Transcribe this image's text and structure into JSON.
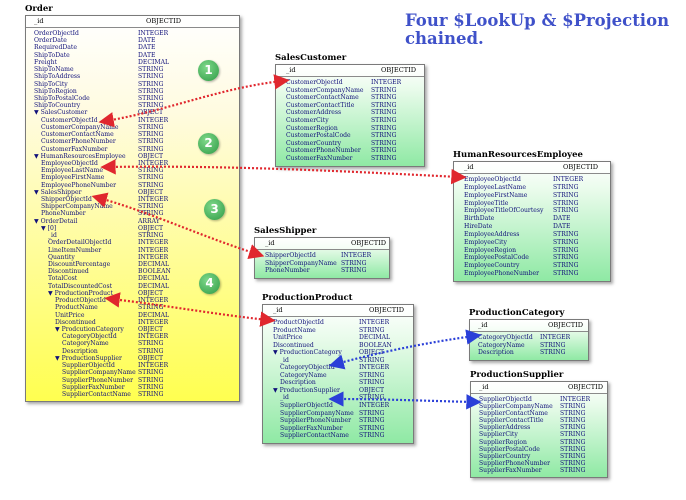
{
  "title": [
    "Four $LookUp & $Projection",
    "chained."
  ],
  "steps": [
    "1",
    "2",
    "3",
    "4"
  ],
  "colors": {
    "red_link": "#e0272e",
    "blue_link": "#2a3fd8",
    "badge": "#3fae55"
  },
  "collections": {
    "order": {
      "name": "Order",
      "header": [
        "_id",
        "OBJECTID"
      ],
      "fields": [
        [
          "OrderObjectId",
          "INTEGER"
        ],
        [
          "OrderDate",
          "DATE"
        ],
        [
          "RequiredDate",
          "DATE"
        ],
        [
          "ShipToDate",
          "DATE"
        ],
        [
          "Freight",
          "DECIMAL"
        ],
        [
          "ShipToName",
          "STRING"
        ],
        [
          "ShipToAddress",
          "STRING"
        ],
        [
          "ShipToCity",
          "STRING"
        ],
        [
          "ShipToRegion",
          "STRING"
        ],
        [
          "ShipToPostalCode",
          "STRING"
        ],
        [
          "ShipToCountry",
          "STRING"
        ],
        [
          "▼ SalesCustomer",
          "OBJECT"
        ],
        [
          "CustomerObjectId",
          "INTEGER"
        ],
        [
          "CustomerCompanyName",
          "STRING"
        ],
        [
          "CustomerContactName",
          "STRING"
        ],
        [
          "CustomerPhoneNumber",
          "STRING"
        ],
        [
          "CustomerFaxNumber",
          "STRING"
        ],
        [
          "▼ HumanResourcesEmployee",
          "OBJECT"
        ],
        [
          "EmployeeObjectId",
          "INTEGER"
        ],
        [
          "EmployeeLastName",
          "STRING"
        ],
        [
          "EmployeeFirstName",
          "STRING"
        ],
        [
          "EmployeePhoneNumber",
          "STRING"
        ],
        [
          "▼ SalesShipper",
          "OBJECT"
        ],
        [
          "ShipperObjectId",
          "INTEGER"
        ],
        [
          "ShipperCompanyName",
          "STRING"
        ],
        [
          "PhoneNumber",
          "STRING"
        ],
        [
          "▼ OrderDetail",
          "ARRAY"
        ],
        [
          "▼ [0]",
          "OBJECT"
        ],
        [
          "_id",
          "STRING"
        ],
        [
          "OrderDetailObjectId",
          "INTEGER"
        ],
        [
          "LineItemNumber",
          "INTEGER"
        ],
        [
          "Quantity",
          "INTEGER"
        ],
        [
          "DiscountPercentage",
          "DECIMAL"
        ],
        [
          "Discontinued",
          "BOOLEAN"
        ],
        [
          "TotalCost",
          "DECIMAL"
        ],
        [
          "TotalDiscountedCost",
          "DECIMAL"
        ],
        [
          "▼ ProductionProduct",
          "OBJECT"
        ],
        [
          "ProductObjectId",
          "INTEGER"
        ],
        [
          "ProductName",
          "STRING"
        ],
        [
          "UnitPrice",
          "DECIMAL"
        ],
        [
          "Discontinued",
          "INTEGER"
        ],
        [
          "▼ ProdcutionCategory",
          "OBJECT"
        ],
        [
          "CategoryObjectId",
          "INTEGER"
        ],
        [
          "CategoryName",
          "STRING"
        ],
        [
          "Description",
          "STRING"
        ],
        [
          "▼ ProductionSupplier",
          "OBJECT"
        ],
        [
          "SupplierObjectId",
          "INTEGER"
        ],
        [
          "SupplierCompanyName",
          "STRING"
        ],
        [
          "SupplierPhoneNumber",
          "STRING"
        ],
        [
          "SupplierFaxNumber",
          "STRING"
        ],
        [
          "SupplierContactName",
          "STRING"
        ]
      ]
    },
    "sales_customer": {
      "name": "SalesCustomer",
      "header": [
        "_id",
        "OBJECTID"
      ],
      "fields": [
        [
          "CustomerObjectId",
          "INTEGER"
        ],
        [
          "CustomerCompanyName",
          "STRING"
        ],
        [
          "CustomerContactName",
          "STRING"
        ],
        [
          "CustomerContactTitle",
          "STRING"
        ],
        [
          "CustomerAddress",
          "STRING"
        ],
        [
          "CustomerCity",
          "STRING"
        ],
        [
          "CustomerRegion",
          "STRING"
        ],
        [
          "CustomerPostalCode",
          "STRING"
        ],
        [
          "CustomerCountry",
          "STRING"
        ],
        [
          "CustomerPhoneNumber",
          "STRING"
        ],
        [
          "CustomerFaxNumber",
          "STRING"
        ]
      ]
    },
    "hr_employee": {
      "name": "HumanResourcesEmployee",
      "header": [
        "_id",
        "OBJECTID"
      ],
      "fields": [
        [
          "EmployeeObjectId",
          "INTEGER"
        ],
        [
          "EmployeeLastName",
          "STRING"
        ],
        [
          "EmployeeFirstName",
          "STRING"
        ],
        [
          "EmployeeTitle",
          "STRING"
        ],
        [
          "EmployeeTitleOfCourtesy",
          "STRING"
        ],
        [
          "BirthDate",
          "DATE"
        ],
        [
          "HireDate",
          "DATE"
        ],
        [
          "EmployeeAddress",
          "STRING"
        ],
        [
          "EmployeeCity",
          "STRING"
        ],
        [
          "EmployeeRegion",
          "STRING"
        ],
        [
          "EmployeePostalCode",
          "STRING"
        ],
        [
          "EmployeeCountry",
          "STRING"
        ],
        [
          "EmployeePhoneNumber",
          "STRING"
        ]
      ]
    },
    "sales_shipper": {
      "name": "SalesShipper",
      "header": [
        "_id",
        "OBJECTID"
      ],
      "fields": [
        [
          "ShipperObjectId",
          "INTEGER"
        ],
        [
          "ShipperCompanyName",
          "STRING"
        ],
        [
          "PhoneNumber",
          "STRING"
        ]
      ]
    },
    "production_product": {
      "name": "ProductionProduct",
      "header": [
        "_id",
        "OBJECTID"
      ],
      "fields": [
        [
          "ProductObjectId",
          "INTEGER"
        ],
        [
          "ProductName",
          "STRING"
        ],
        [
          "UnitPrice",
          "DECIMAL"
        ],
        [
          "Discontinued",
          "BOOLEAN"
        ],
        [
          "▼ ProductionCategory",
          "OBJECT"
        ],
        [
          "_id",
          "STRING"
        ],
        [
          "CategoryObjectId",
          "INTEGER"
        ],
        [
          "CategoryName",
          "STRING"
        ],
        [
          "Description",
          "STRING"
        ],
        [
          "▼ ProductionSupplier",
          "OBJECT"
        ],
        [
          "_id",
          "STRING"
        ],
        [
          "SupplierObjectId",
          "INTEGER"
        ],
        [
          "SupplierCompanyName",
          "STRING"
        ],
        [
          "SupplierPhoneNumber",
          "STRING"
        ],
        [
          "SupplierFaxNumber",
          "STRING"
        ],
        [
          "SupplierContactName",
          "STRING"
        ]
      ]
    },
    "production_category": {
      "name": "ProductionCategory",
      "header": [
        "_id",
        "OBJECTID"
      ],
      "fields": [
        [
          "CategoryObjectId",
          "INTEGER"
        ],
        [
          "CategoryName",
          "STRING"
        ],
        [
          "Description",
          "STRING"
        ]
      ]
    },
    "production_supplier": {
      "name": "ProductionSupplier",
      "header": [
        "_id",
        "OBJECTID"
      ],
      "fields": [
        [
          "SupplierObjectId",
          "INTEGER"
        ],
        [
          "SupplierCompanyName",
          "STRING"
        ],
        [
          "SupplierContactName",
          "STRING"
        ],
        [
          "SupplierContactTitle",
          "STRING"
        ],
        [
          "SupplierAddress",
          "STRING"
        ],
        [
          "SupplierCity",
          "STRING"
        ],
        [
          "SupplierRegion",
          "STRING"
        ],
        [
          "SupplierPostalCode",
          "STRING"
        ],
        [
          "SupplierCountry",
          "STRING"
        ],
        [
          "SupplierPhoneNumber",
          "STRING"
        ],
        [
          "SupplierFaxNumber",
          "STRING"
        ]
      ]
    }
  }
}
